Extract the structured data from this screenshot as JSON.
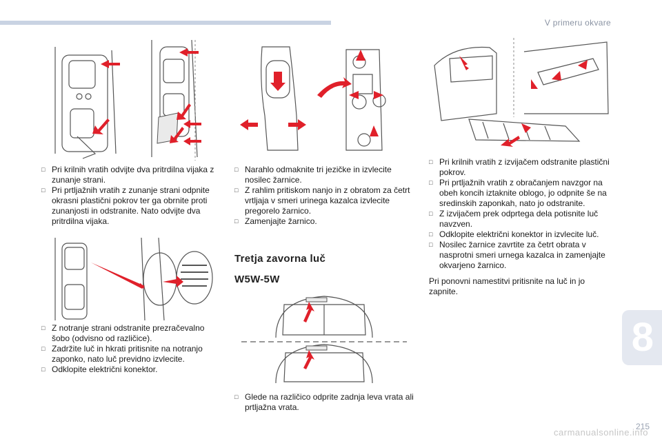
{
  "header": {
    "section_title": "V primeru okvare"
  },
  "chapter": {
    "number": "8"
  },
  "footer": {
    "page_number": "215",
    "watermark": "carmanualsonline.info"
  },
  "colors": {
    "accent_red": "#e0202a",
    "line_gray": "#555555",
    "header_bar": "#c9d3e3"
  },
  "icons": {
    "bullet": "bullet-icon",
    "arrow": "red-arrow-icon"
  },
  "col1": {
    "block1": [
      "Pri krilnih vratih odvijte dva pritrdilna vijaka z zunanje strani.",
      "Pri prtljažnih vratih z zunanje strani odpnite okrasni plastični pokrov ter ga obrnite proti zunanjosti in odstranite. Nato odvijte dva pritrdilna vijaka."
    ],
    "block2": [
      "Z notranje strani odstranite prezračevalno šobo (odvisno od različice).",
      "Zadržite luč in hkrati pritisnite na notranjo zaponko, nato luč previdno izvlecite.",
      "Odklopite električni konektor."
    ]
  },
  "col2": {
    "block1": [
      "Narahlo odmaknite tri jezičke in izvlecite nosilec žarnice.",
      "Z rahlim pritiskom nanjo in z obratom za četrt vrtljaja v smeri urinega kazalca izvlecite pregorelo žarnico.",
      "Zamenjajte žarnico."
    ],
    "heading": "Tretja zavorna luč",
    "subheading": "W5W-5W",
    "block2": [
      "Glede na različico odprite zadnja leva vrata ali prtljažna vrata."
    ]
  },
  "col3": {
    "block1": [
      "Pri krilnih vratih z izvijačem odstranite plastični pokrov.",
      "Pri prtljažnih vratih z obračanjem navzgor na obeh koncih iztaknite oblogo, jo odpnite še na sredinskih zaponkah, nato jo odstranite.",
      "Z izvijačem prek odprtega dela potisnite luč navzven.",
      "Odklopite električni konektor in izvlecite luč.",
      "Nosilec žarnice zavrtite za četrt obrata v nasprotni smeri urnega kazalca in zamenjajte okvarjeno žarnico."
    ],
    "paragraph": "Pri ponovni namestitvi pritisnite na luč in jo zapnite."
  }
}
